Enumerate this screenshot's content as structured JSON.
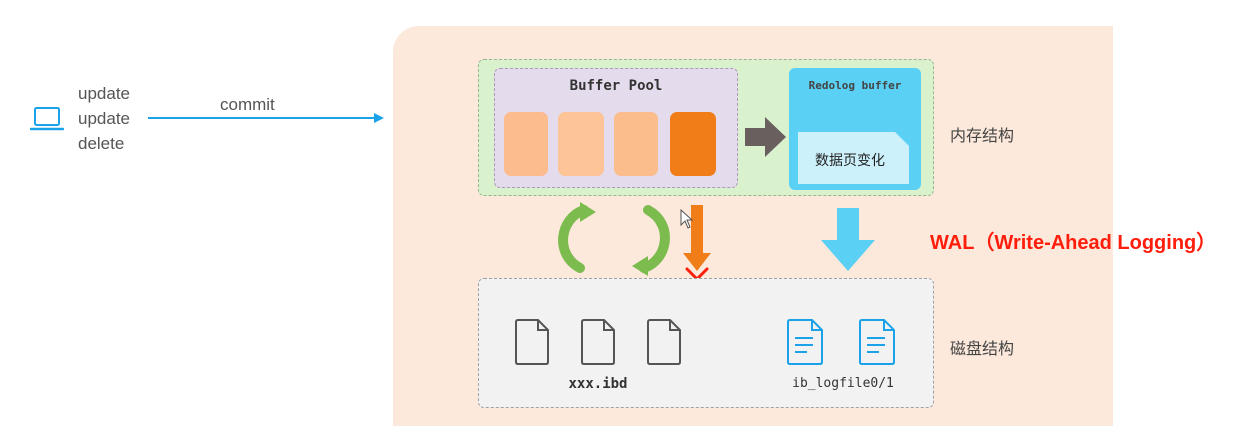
{
  "client": {
    "operations": [
      "update",
      "update",
      "delete"
    ],
    "commit_label": "commit"
  },
  "memory": {
    "buffer_pool_title": "Buffer Pool",
    "redolog_buffer_title": "Redolog buffer",
    "redolog_card_text": "数据页变化",
    "label": "内存结构"
  },
  "disk": {
    "data_file_label": "xxx.ibd",
    "log_file_label": "ib_logfile0/1",
    "label": "磁盘结构"
  },
  "wal_label": "WAL（Write-Ahead Logging）",
  "colors": {
    "commit_arrow": "#1aa3e8",
    "memory_bg": "#d9f2cd",
    "buffer_pool_bg": "#e4dced",
    "redolog_bg": "#5ad0f5",
    "dirty_page": "#f07d17",
    "clean_page": "#fcbc8e",
    "wal_text": "#ff1d0b",
    "refresh_arrows": "#7cbc4f",
    "server_bg": "#fde9dc"
  }
}
